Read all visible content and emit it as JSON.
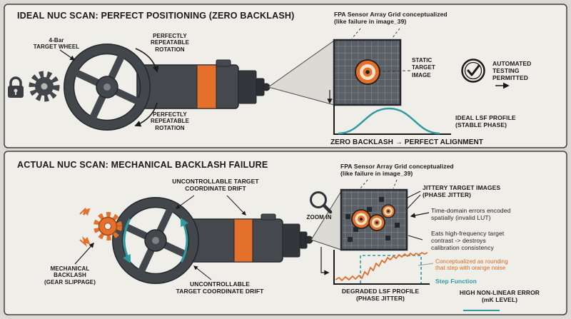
{
  "colors": {
    "background": "#dcdad5",
    "panel": "#f0eee9",
    "dark_gray": "#45494e",
    "orange": "#e4702c",
    "teal": "#2f9aa0",
    "text": "#1a1a1a"
  },
  "icons": {
    "lock": "padlock-closed",
    "gear": "drive-gear",
    "check_badge": "double-circle-checkmark",
    "magnifier": "zoom-in-magnifying-glass",
    "small_arrow": "right-arrow"
  },
  "panel_ideal": {
    "title": "IDEAL NUC SCAN: PERFECT POSITIONING (ZERO BACKLASH)",
    "wheel_label": "4-Bar\nTARGET WHEEL",
    "rotation_top": "PERFECTLY\nREPEATABLE\nROTATION",
    "rotation_bottom": "PERFECTLY\nREPEATABLE\nROTATION",
    "fpa_caption": "FPA Sensor Array Grid conceptualized\n(like failure in image_39)",
    "static_target": "STATIC\nTARGET\nIMAGE",
    "automated_badge": "AUTOMATED\nTESTING\nPERMITTED",
    "lsf_caption": "IDEAL LSF PROFILE\n(STABLE PHASE)",
    "footer": "ZERO BACKLASH → PERFECT ALIGNMENT"
  },
  "panel_failure": {
    "title": "ACTUAL NUC SCAN: MECHANICAL BACKLASH FAILURE",
    "drift_top": "UNCONTROLLABLE TARGET\nCOORDINATE DRIFT",
    "drift_bottom": "UNCONTROLLABLE\nTARGET COORDINATE DRIFT",
    "backlash_label": "MECHANICAL\nBACKLASH\n(GEAR SLIPPAGE)",
    "zoom_label": "ZOOM IN",
    "fpa_caption": "FPA Sensor Array Grid conceptualized\n(like failure in image_39)",
    "jitter_label": "JITTERY TARGET IMAGES\n(PHASE JITTER)",
    "time_domain_note": "Time-domain errors encoded\nspatially (invalid LUT)",
    "contrast_note": "Eats high-frequency target\ncontrast -> destroys\ncalibration consistency",
    "rounding_note": "Conceptualized as rounding\nthat step with orange noise",
    "step_function_label": "Step Function",
    "degraded_caption": "DEGRADED LSF PROFILE\n(PHASE JITTER)",
    "error_caption": "HIGH NON-LINEAR ERROR\n(mK LEVEL)"
  }
}
